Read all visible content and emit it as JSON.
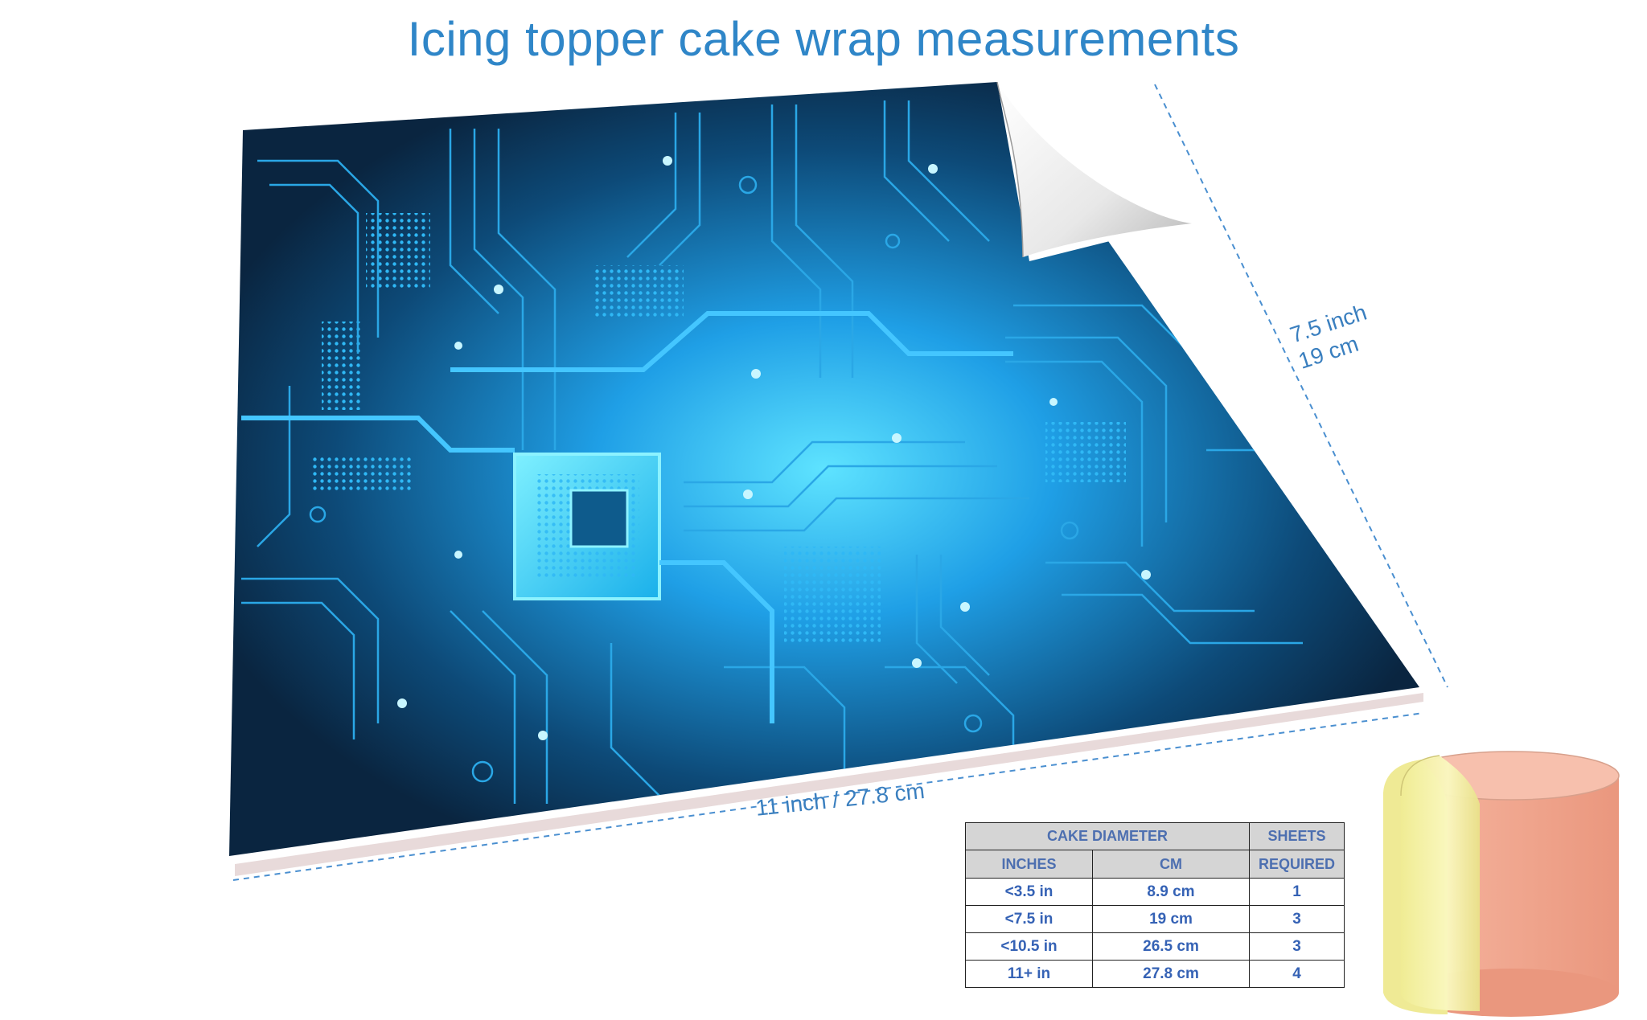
{
  "title": "Icing topper cake wrap measurements",
  "dimensions": {
    "width_label": "11 inch  / 27.8 cm",
    "height_label_in": "7.5 inch",
    "height_label_cm": "19 cm"
  },
  "table": {
    "group_header": "CAKE DIAMETER",
    "sheets_header_line1": "SHEETS",
    "sheets_header_line2": "REQUIRED",
    "col_inches": "INCHES",
    "col_cm": "CM",
    "rows": [
      {
        "inches": "<3.5 in",
        "cm": "8.9 cm",
        "sheets": "1"
      },
      {
        "inches": "<7.5 in",
        "cm": "19 cm",
        "sheets": "3"
      },
      {
        "inches": "<10.5 in",
        "cm": "26.5 cm",
        "sheets": "3"
      },
      {
        "inches": "11+ in",
        "cm": "27.8 cm",
        "sheets": "4"
      }
    ]
  },
  "colors": {
    "title": "#2f86c8",
    "board_dark": "#0b2a45",
    "board_glow": "#28b4ff",
    "cake_wrap": "#f7f4a8",
    "cake_body": "#f3a78f"
  },
  "icons": [
    "circuit-board-sheet",
    "peeled-corner-icon",
    "cake-cylinder-icon"
  ]
}
